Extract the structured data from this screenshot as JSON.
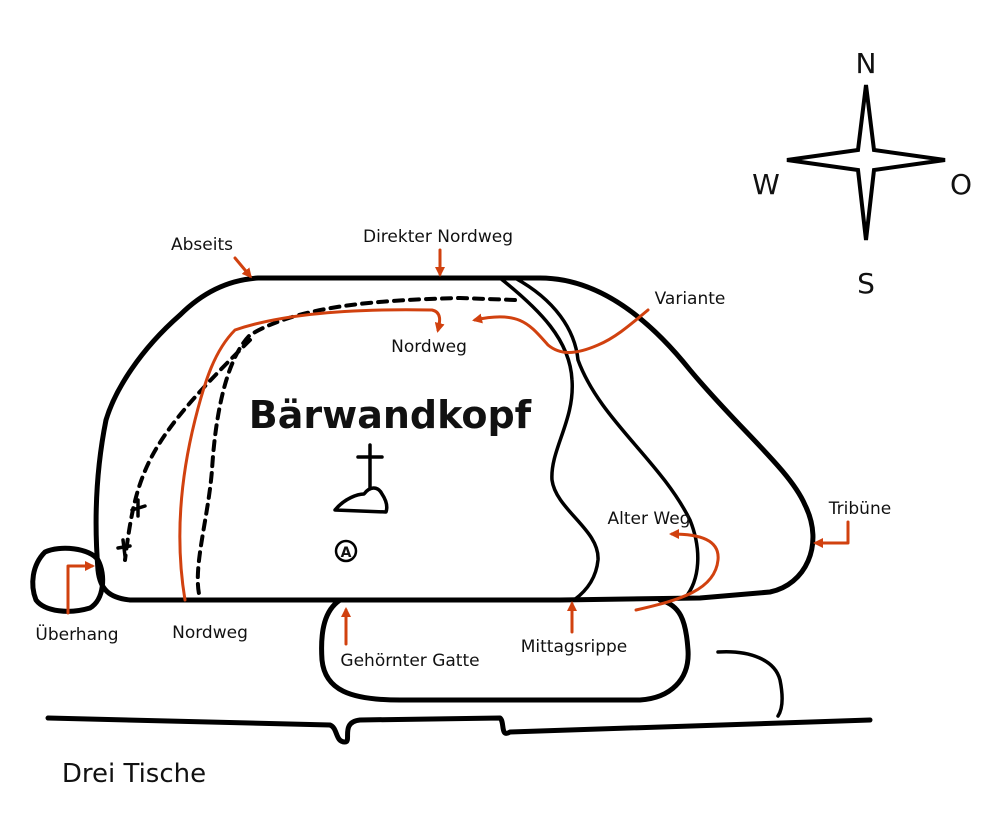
{
  "colors": {
    "route": "#d1410f",
    "rock": "#000000"
  },
  "compass": {
    "north": "N",
    "south": "S",
    "west": "W",
    "east": "O"
  },
  "summit": {
    "name": "Bärwandkopf",
    "rappel_symbol": "A",
    "summit_cross_icon": "summit-cross-icon"
  },
  "ground": {
    "name": "Drei Tische"
  },
  "routes": {
    "abseits": "Abseits",
    "direkter_nordweg": "Direkter Nordweg",
    "variante": "Variante",
    "nordweg_upper": "Nordweg",
    "nordweg_lower": "Nordweg",
    "alter_weg": "Alter Weg",
    "tribuene": "Tribüne",
    "ueberhang": "Überhang",
    "gehoernter_gatte": "Gehörnter Gatte",
    "mittagsrippe": "Mittagsrippe"
  }
}
